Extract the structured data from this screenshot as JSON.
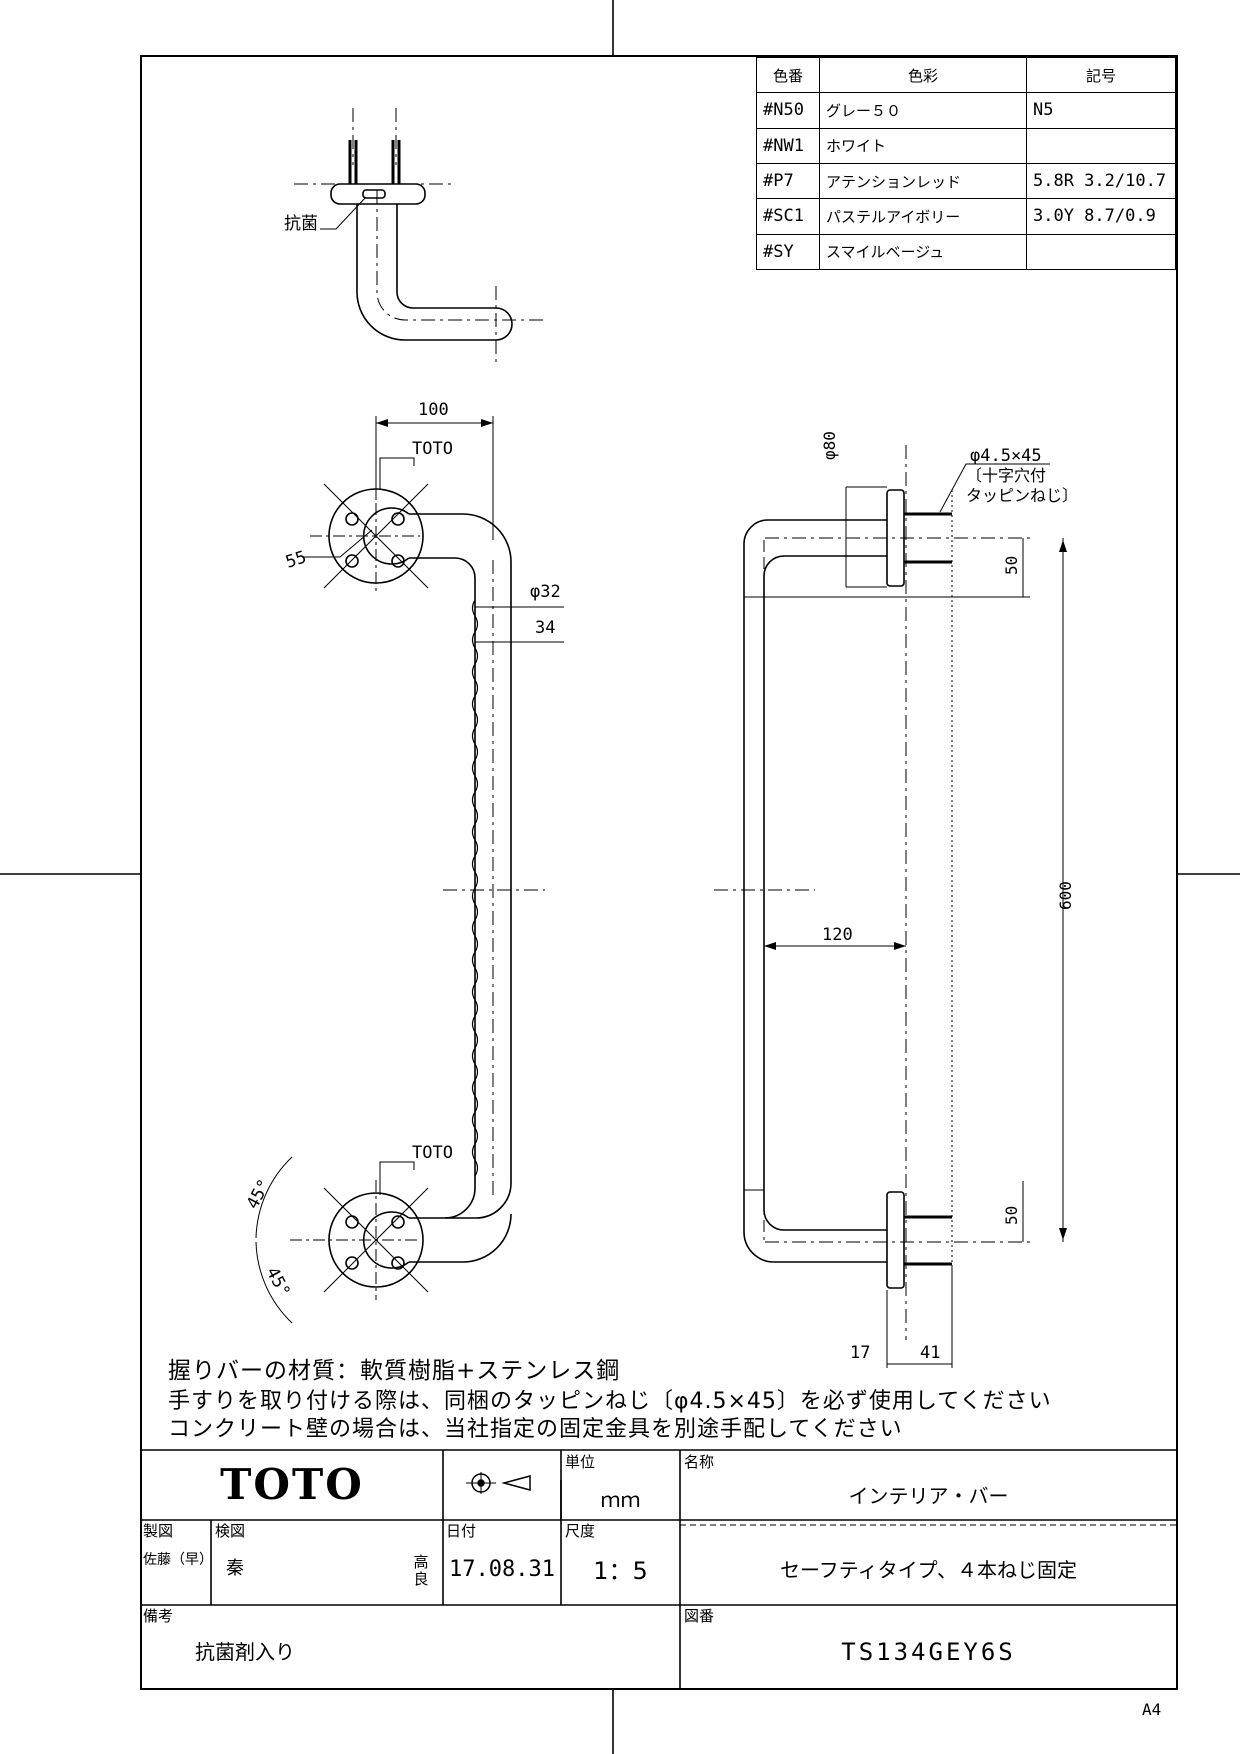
{
  "color_table": {
    "headers": {
      "code": "色番",
      "color": "色彩",
      "symbol": "記号"
    },
    "rows": [
      {
        "code": "#N50",
        "color": "グレー５０",
        "symbol": "N5"
      },
      {
        "code": "#NW1",
        "color": "ホワイト",
        "symbol": ""
      },
      {
        "code": "#P7",
        "color": "アテンションレッド",
        "symbol": "5.8R 3.2/10.7"
      },
      {
        "code": "#SC1",
        "color": "パステルアイボリー",
        "symbol": "3.0Y 8.7/0.9"
      },
      {
        "code": "#SY",
        "color": "スマイルベージュ",
        "symbol": ""
      }
    ]
  },
  "labels": {
    "antibacterial": "抗菌",
    "toto_mark_top": "TOTO",
    "toto_mark_bottom": "TOTO",
    "screw_spec_line1": "φ4.5×45",
    "screw_spec_line2": "〔十字穴付",
    "screw_spec_line3": "タッピンねじ〕"
  },
  "dimensions": {
    "d100": "100",
    "d55": "55",
    "d32": "φ32",
    "d34": "34",
    "d80": "φ80",
    "d50_top": "50",
    "d600": "600",
    "d120": "120",
    "d50_bottom": "50",
    "d17": "17",
    "d41": "41",
    "angle_top": "45°",
    "angle_bottom": "45°"
  },
  "notes": [
    "握りバーの材質：軟質樹脂+ステンレス鋼",
    "手すりを取り付ける際は、同梱のタッピンねじ〔φ4.5×45〕を必ず使用してください",
    "コンクリート壁の場合は、当社指定の固定金具を別途手配してください"
  ],
  "title_block": {
    "brand": "TOTO",
    "unit_label": "単位",
    "unit_value": "ｍｍ",
    "name_label": "名称",
    "name_value": "インテリア・バー",
    "subtitle_value": "セーフティタイプ、４本ねじ固定",
    "drafted_label": "製図",
    "drafted_value": "佐藤（早）",
    "checked_label": "検図",
    "checked_value": "秦",
    "approved_value": "高良",
    "date_label": "日付",
    "date_value": "17.08.31",
    "scale_label": "尺度",
    "scale_value": "1：5",
    "remarks_label": "備考",
    "remarks_value": "抗菌剤入り",
    "drawing_no_label": "図番",
    "drawing_no_value": "TS134GEY6S"
  },
  "paper_size": "A4"
}
